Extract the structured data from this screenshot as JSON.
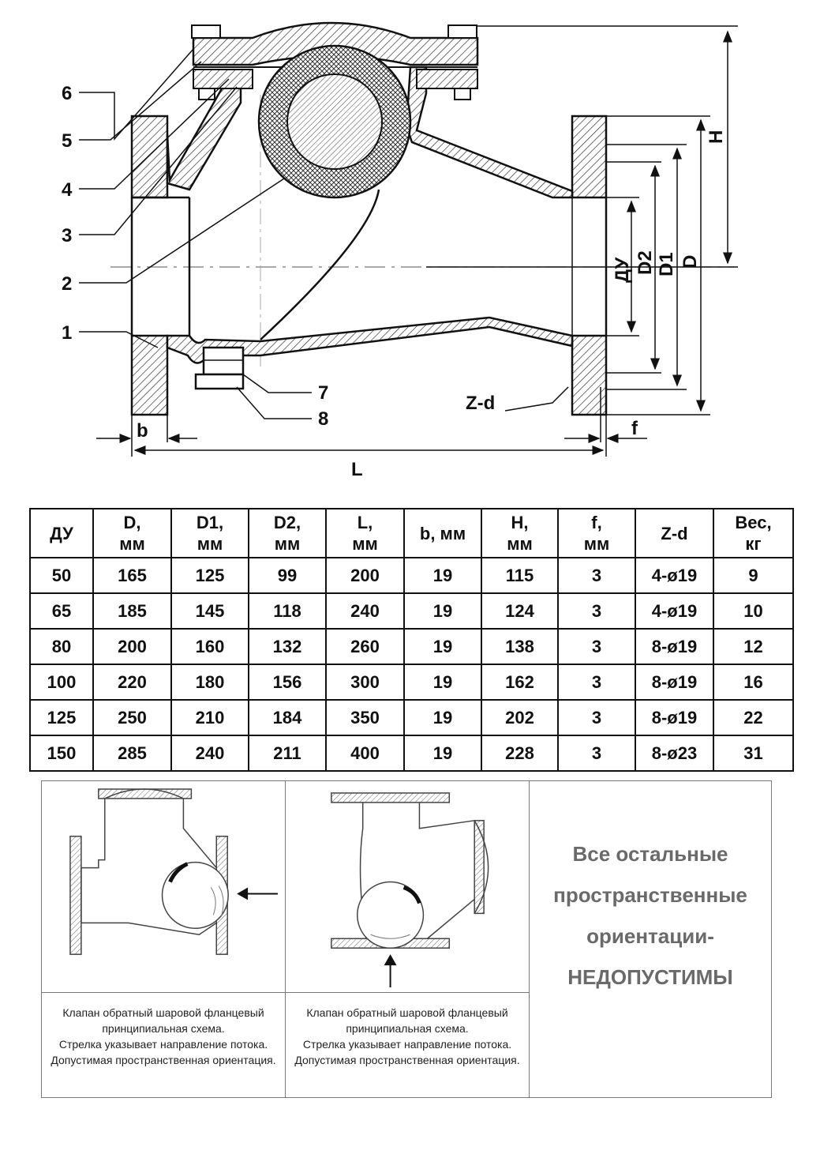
{
  "drawing": {
    "callouts": [
      "6",
      "5",
      "4",
      "3",
      "2",
      "1",
      "7",
      "8"
    ],
    "dims": {
      "H": "H",
      "D": "D",
      "D1": "D1",
      "D2": "D2",
      "DN": "ДУ",
      "b": "b",
      "L": "L",
      "f": "f",
      "Zd": "Z-d"
    }
  },
  "table": {
    "headers": [
      [
        "ДУ"
      ],
      [
        "D,",
        "мм"
      ],
      [
        "D1,",
        "мм"
      ],
      [
        "D2,",
        "мм"
      ],
      [
        "L,",
        "мм"
      ],
      [
        "b, мм"
      ],
      [
        "H,",
        "мм"
      ],
      [
        "f,",
        "мм"
      ],
      [
        "Z-d"
      ],
      [
        "Вес,",
        "кг"
      ]
    ],
    "rows": [
      [
        "50",
        "165",
        "125",
        "99",
        "200",
        "19",
        "115",
        "3",
        "4-ø19",
        "9"
      ],
      [
        "65",
        "185",
        "145",
        "118",
        "240",
        "19",
        "124",
        "3",
        "4-ø19",
        "10"
      ],
      [
        "80",
        "200",
        "160",
        "132",
        "260",
        "19",
        "138",
        "3",
        "8-ø19",
        "12"
      ],
      [
        "100",
        "220",
        "180",
        "156",
        "300",
        "19",
        "162",
        "3",
        "8-ø19",
        "16"
      ],
      [
        "125",
        "250",
        "210",
        "184",
        "350",
        "19",
        "202",
        "3",
        "8-ø19",
        "22"
      ],
      [
        "150",
        "285",
        "240",
        "211",
        "400",
        "19",
        "228",
        "3",
        "8-ø23",
        "31"
      ]
    ]
  },
  "panels": {
    "caption_lines": [
      "Клапан обратный шаровой фланцевый",
      "принципиальная схема.",
      "Стрелка указывает направление потока.",
      "Допустимая пространственная ориентация."
    ],
    "warning_lines": [
      "Все остальные",
      "пространственные",
      "ориентации-",
      "НЕДОПУСТИМЫ"
    ]
  }
}
